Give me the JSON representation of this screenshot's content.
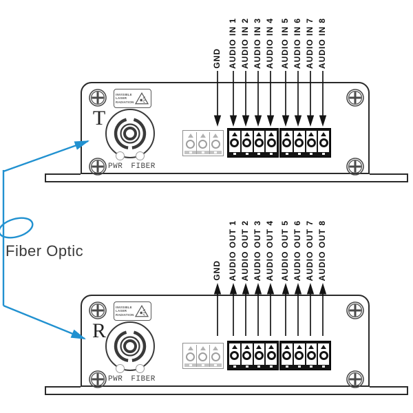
{
  "colors": {
    "ink": "#2a2a2a",
    "cable": "#2191d0",
    "arrow": "#141414"
  },
  "fiber": {
    "label": "Fiber Optic"
  },
  "devices": [
    {
      "role": "transmitter",
      "letter": "T",
      "warning": [
        "INVISIBLE",
        "LASER",
        "RADIATION"
      ],
      "leds": [
        "PWR",
        "FIBER"
      ],
      "arrow_direction": "into-device",
      "ports": [
        "GND",
        "AUDIO IN 1",
        "AUDIO IN 2",
        "AUDIO IN 3",
        "AUDIO IN 4",
        "AUDIO IN 5",
        "AUDIO IN 6",
        "AUDIO IN 7",
        "AUDIO IN 8"
      ]
    },
    {
      "role": "receiver",
      "letter": "R",
      "warning": [
        "INVISIBLE",
        "LASER",
        "RADIATION"
      ],
      "leds": [
        "PWR",
        "FIBER"
      ],
      "arrow_direction": "out-of-device",
      "ports": [
        "GND",
        "AUDIO OUT 1",
        "AUDIO OUT 2",
        "AUDIO OUT 3",
        "AUDIO OUT 4",
        "AUDIO OUT 5",
        "AUDIO OUT 6",
        "AUDIO OUT 7",
        "AUDIO OUT 8"
      ]
    }
  ]
}
